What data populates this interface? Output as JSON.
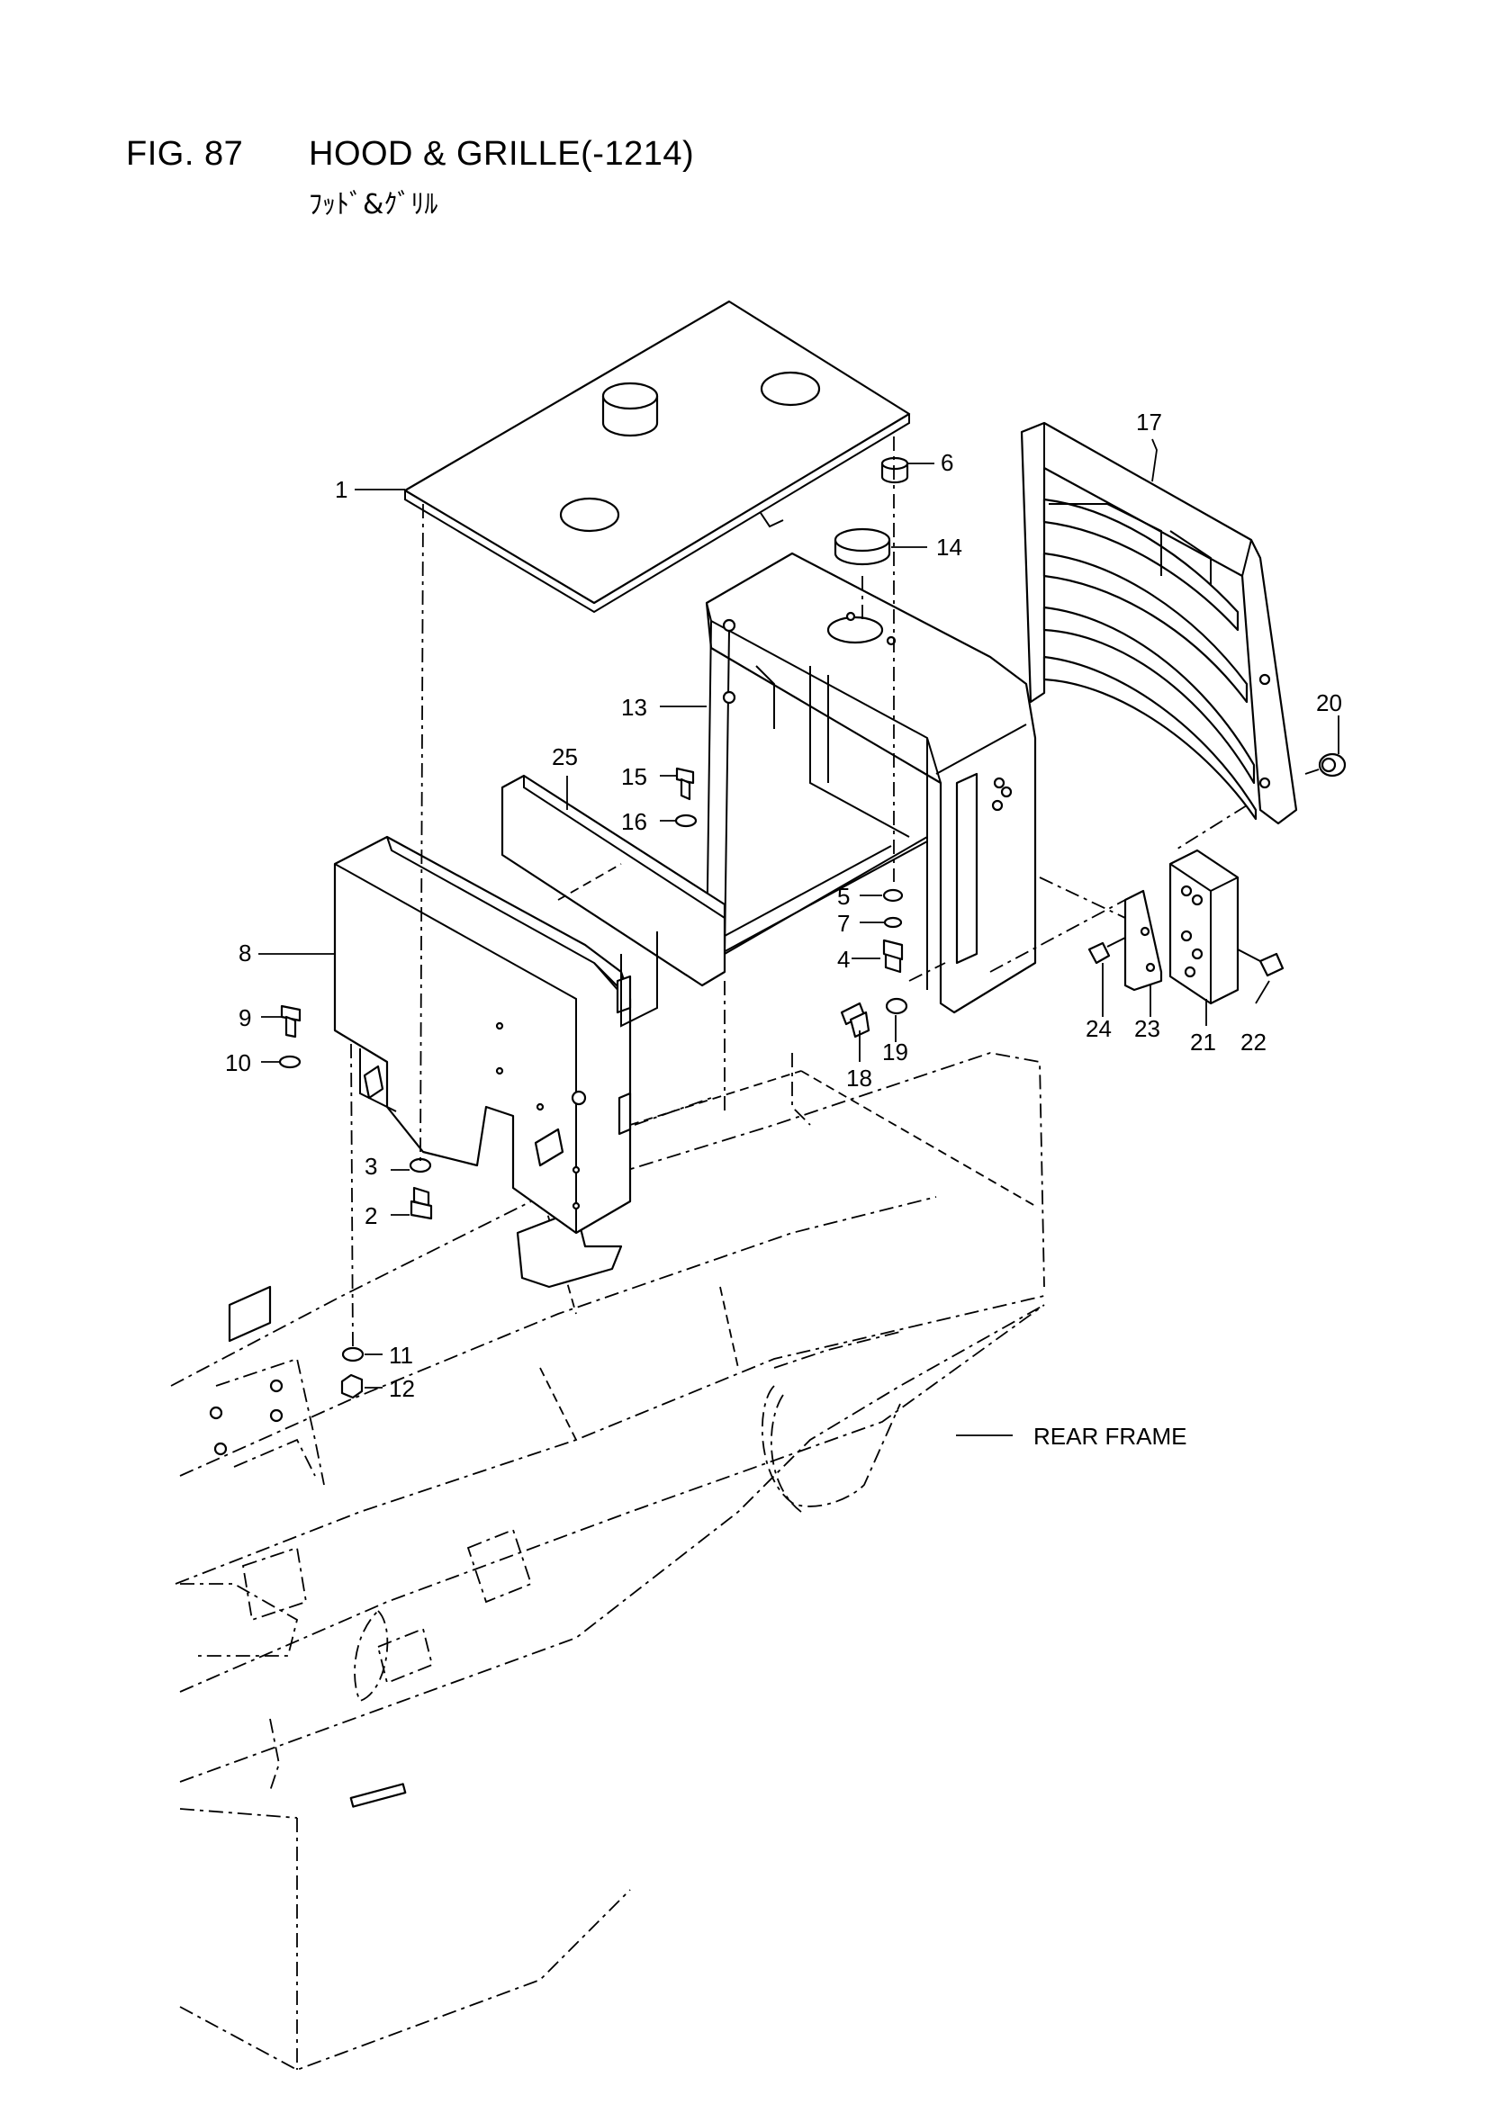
{
  "figure": {
    "number": "FIG. 87",
    "title": "HOOD & GRILLE(-1214)",
    "subtitle": "ﾌｯﾄﾞ&ｸﾞﾘﾙ"
  },
  "callouts": [
    {
      "id": "c1",
      "label": "1"
    },
    {
      "id": "c2",
      "label": "2"
    },
    {
      "id": "c3",
      "label": "3"
    },
    {
      "id": "c4",
      "label": "4"
    },
    {
      "id": "c5",
      "label": "5"
    },
    {
      "id": "c6",
      "label": "6"
    },
    {
      "id": "c7",
      "label": "7"
    },
    {
      "id": "c8",
      "label": "8"
    },
    {
      "id": "c9",
      "label": "9"
    },
    {
      "id": "c10",
      "label": "10"
    },
    {
      "id": "c11",
      "label": "11"
    },
    {
      "id": "c12",
      "label": "12"
    },
    {
      "id": "c13",
      "label": "13"
    },
    {
      "id": "c14",
      "label": "14"
    },
    {
      "id": "c15",
      "label": "15"
    },
    {
      "id": "c16",
      "label": "16"
    },
    {
      "id": "c17",
      "label": "17"
    },
    {
      "id": "c18",
      "label": "18"
    },
    {
      "id": "c19",
      "label": "19"
    },
    {
      "id": "c20",
      "label": "20"
    },
    {
      "id": "c21",
      "label": "21"
    },
    {
      "id": "c22",
      "label": "22"
    },
    {
      "id": "c23",
      "label": "23"
    },
    {
      "id": "c24",
      "label": "24"
    },
    {
      "id": "c25",
      "label": "25"
    }
  ],
  "rear_frame_label": "REAR FRAME"
}
